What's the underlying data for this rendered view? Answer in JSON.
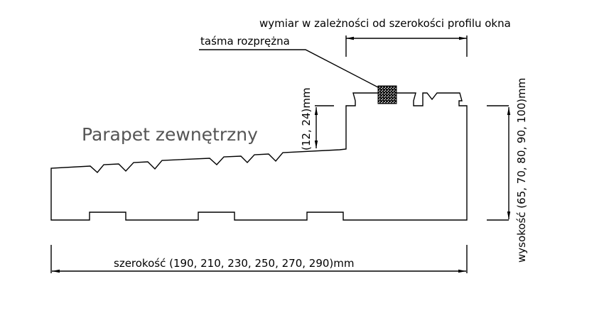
{
  "title": "Parapet zewnętrzny",
  "labels": {
    "top_dimension": "wymiar w zależności od szerokości profilu okna",
    "tape": "taśma rozprężna",
    "step_height": "(12, 24)mm",
    "height": "wysokość (65, 70, 80, 90, 100)mm",
    "width": "szerokość (190, 210, 230, 250, 270, 290)mm"
  }
}
